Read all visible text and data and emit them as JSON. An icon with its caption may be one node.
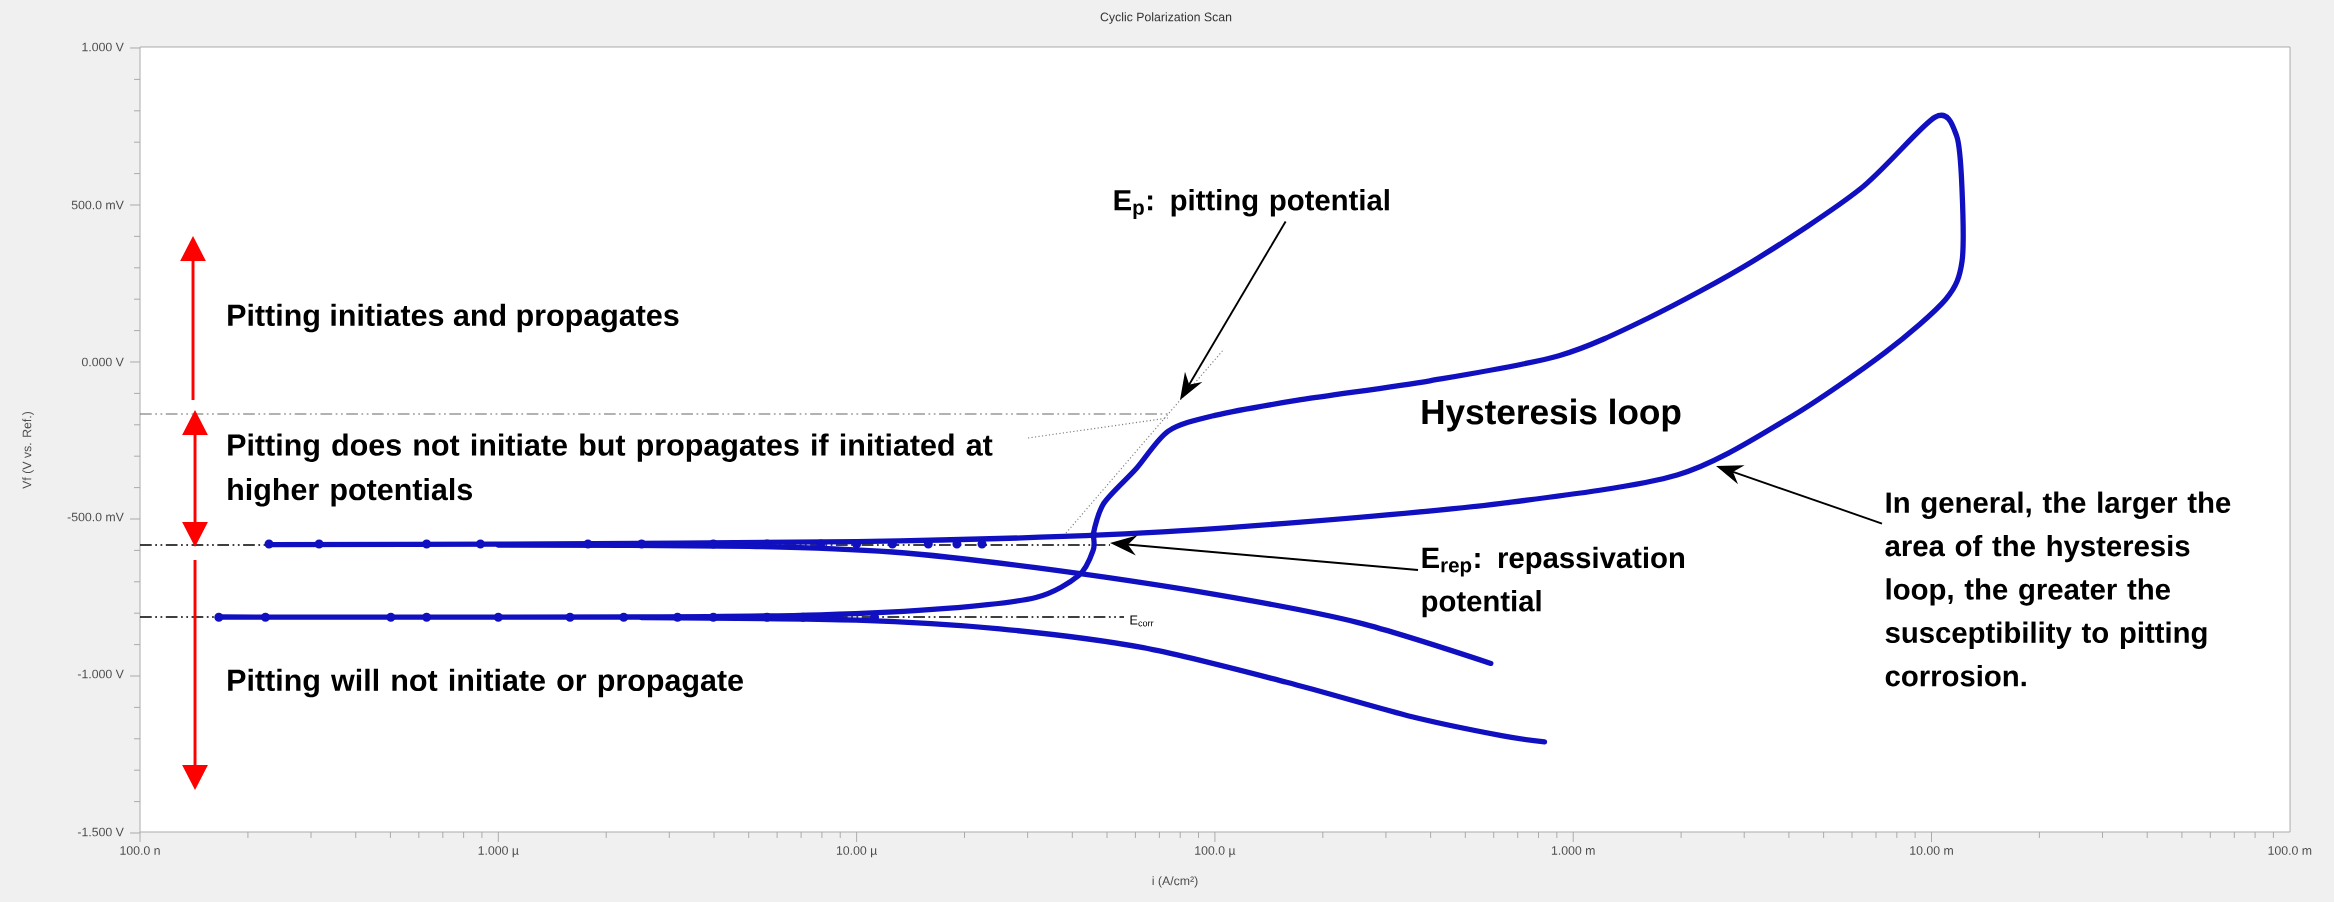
{
  "diagram": {
    "title": "Cyclic Polarization Scan",
    "nodes": [
      {
        "text": [
          "E$_{p}$: pitting potential"
        ]
      },
      {
        "text": [
          "E$_{rep}$: repassivation potential"
        ]
      },
      {
        "text": [
          "In general, the larger the area of the hysteresis loop, the greater the susceptibility to pitting corrosion."
        ]
      }
    ],
    "edges": [
      {
        "from": 0,
        "to": null,
        "arrow": "to"
      },
      {
        "from": 1,
        "to": null,
        "arrow": "to"
      },
      {
        "from": 2,
        "to": null,
        "arrow": "to"
      }
    ],
    "labels": [
      "1.000 V",
      "500.0 mV",
      "0.000 V",
      "-500.0 mV",
      "-1.000 V",
      "-1.500 V",
      "Vf (V vs. Ref.)",
      "Pitting initiates and propagates",
      "Pitting does not initiate but propagates if initiated at higher potentials",
      "Hysteresis loop",
      "E$_{corr}$",
      "Pitting will not initiate or propagate",
      "100.0 n",
      "1.000 µ",
      "10.00 µ",
      "100.0 µ",
      "1.000 m",
      "10.00 m",
      "100.0 m",
      "i (A/cm²)"
    ]
  }
}
